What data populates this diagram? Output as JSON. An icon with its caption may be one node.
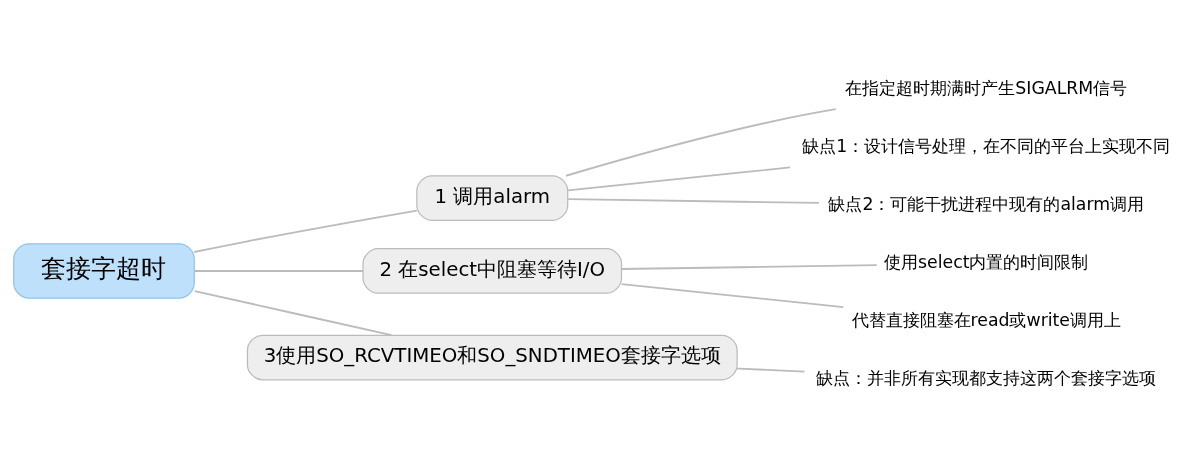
{
  "diagram": {
    "nodes": [
      {
        "text": [
          "套接字超时"
        ]
      },
      {
        "text": [
          "1 调用alarm"
        ]
      },
      {
        "text": [
          "在指定超时期满时产生SIGALRM信号"
        ]
      },
      {
        "text": [
          "缺点1：设计信号处理，在不同的平台上实现不同"
        ]
      },
      {
        "text": [
          "缺点2：可能干扰进程中现有的alarm调用"
        ]
      },
      {
        "text": [
          "2 在select中阻塞等待I/O"
        ]
      },
      {
        "text": [
          "使用select内置的时间限制"
        ]
      },
      {
        "text": [
          "代替直接阻塞在read或write调用上"
        ]
      },
      {
        "text": [
          "3使用SO_RCVTIMEO和SO_SNDTIMEO套接字选项"
        ]
      },
      {
        "text": [
          "缺点：并非所有实现都支持这两个套接字选项"
        ]
      }
    ],
    "edges": [
      {
        "from": 0,
        "to": 1,
        "arrow": "none"
      },
      {
        "from": 1,
        "to": 2,
        "arrow": "none"
      },
      {
        "from": 1,
        "to": 3,
        "arrow": "none"
      },
      {
        "from": 1,
        "to": 4,
        "arrow": "none"
      },
      {
        "from": 0,
        "to": 5,
        "arrow": "none"
      },
      {
        "from": 5,
        "to": 6,
        "arrow": "none"
      },
      {
        "from": 5,
        "to": 7,
        "arrow": "none"
      },
      {
        "from": 0,
        "to": 8,
        "arrow": "none"
      },
      {
        "from": 8,
        "to": 9,
        "arrow": "none"
      }
    ]
  }
}
